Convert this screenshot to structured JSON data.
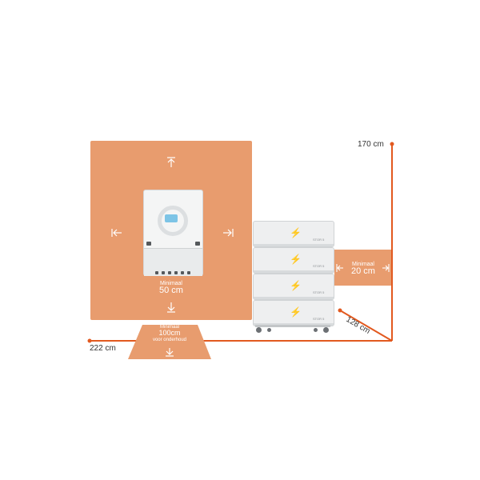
{
  "colors": {
    "zone": "#e89c6e",
    "line": "#e2591f",
    "text": "#333333"
  },
  "dimensions": {
    "height_label": "170 cm",
    "width_label": "222 cm",
    "depth_label": "128 cm"
  },
  "clearance_side": {
    "caption": "Minimaal",
    "value": "50 cm"
  },
  "clearance_right": {
    "caption": "Minimaal",
    "value": "20 cm"
  },
  "clearance_front": {
    "caption": "Minimaal",
    "value": "100cm",
    "note": "voor onderhoud"
  },
  "battery": {
    "module_tag": "STOR 5"
  },
  "icons": [
    "arrow-up-icon",
    "arrow-down-icon",
    "arrow-left-icon",
    "arrow-right-icon",
    "lightning-bolt-icon"
  ]
}
